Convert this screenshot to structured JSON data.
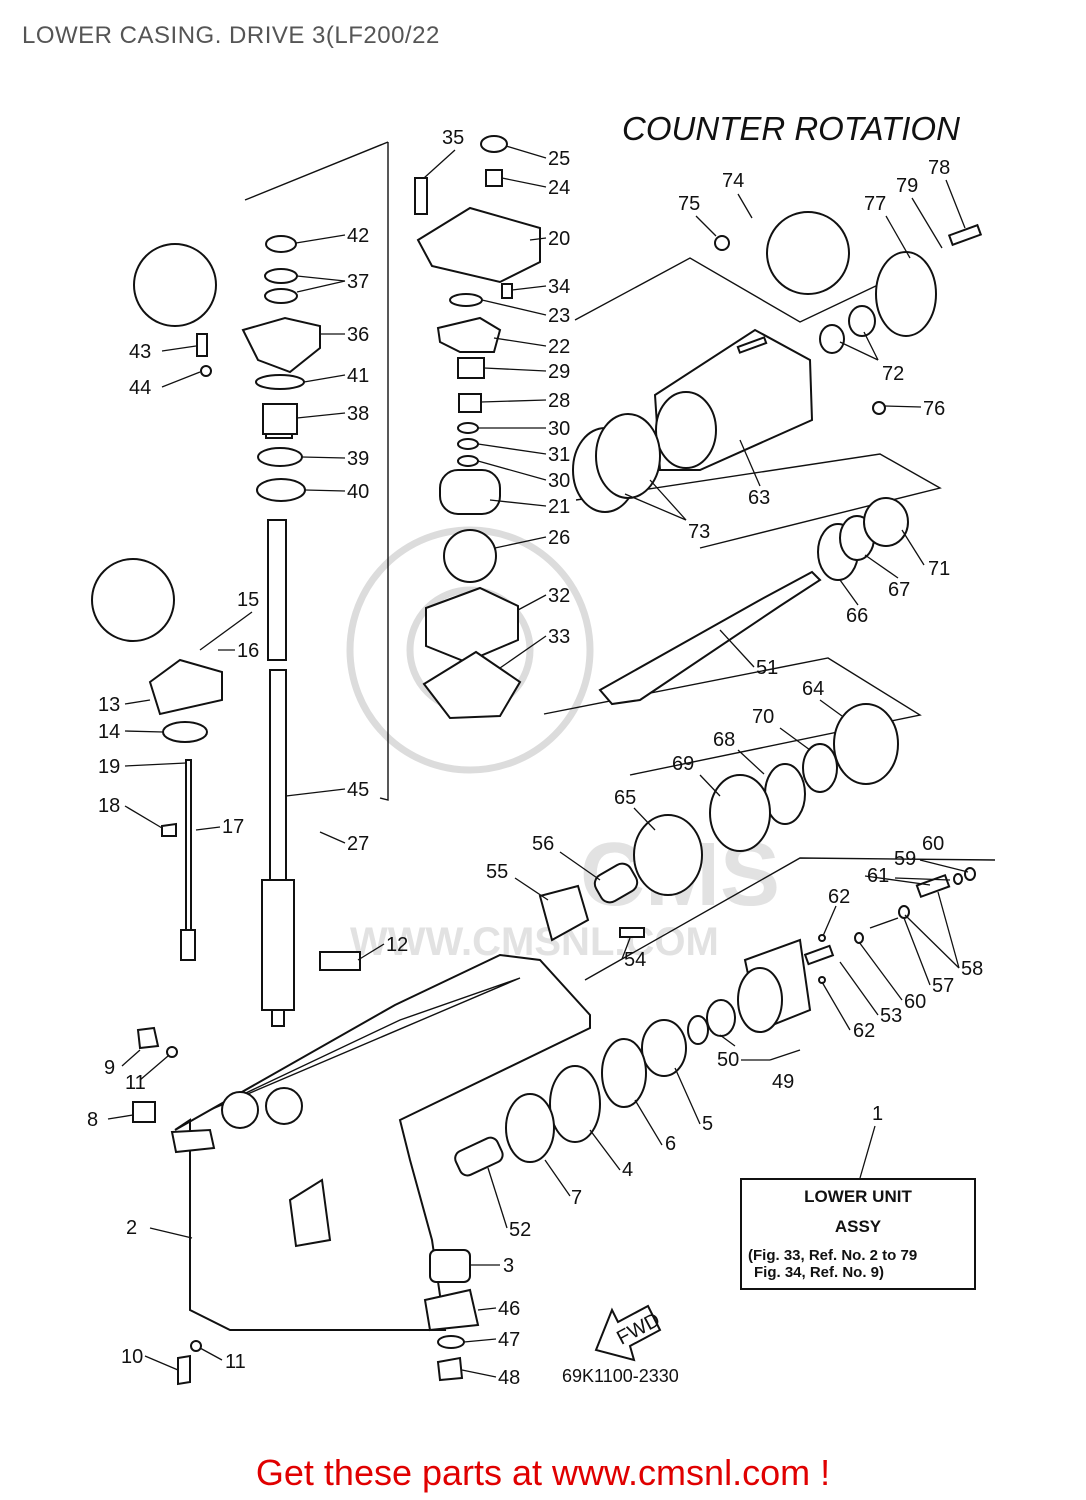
{
  "title": "LOWER CASING. DRIVE 3(LF200/22",
  "subtitle": "COUNTER ROTATION",
  "watermark": "WWW.CMSNL.COM",
  "watermark_logo": "CMS",
  "note_box": {
    "line1": "LOWER  UNIT",
    "line2": "ASSY",
    "line3": "(Fig. 33, Ref. No. 2 to 79",
    "line4": "Fig. 34, Ref. No. 9)"
  },
  "fwd_label": "FWD",
  "drawing_code": "69K1100-2330",
  "footer": "Get these parts at www.cmsnl.com !",
  "callouts": [
    "1",
    "2",
    "3",
    "4",
    "5",
    "6",
    "7",
    "8",
    "9",
    "10",
    "11",
    "11",
    "12",
    "13",
    "14",
    "15",
    "16",
    "17",
    "18",
    "19",
    "20",
    "21",
    "22",
    "23",
    "24",
    "25",
    "26",
    "27",
    "28",
    "29",
    "30",
    "30",
    "31",
    "32",
    "33",
    "34",
    "35",
    "36",
    "37",
    "38",
    "39",
    "40",
    "41",
    "42",
    "43",
    "44",
    "45",
    "46",
    "47",
    "48",
    "49",
    "50",
    "51",
    "52",
    "53",
    "54",
    "55",
    "56",
    "57",
    "58",
    "59",
    "60",
    "60",
    "61",
    "62",
    "62",
    "63",
    "64",
    "65",
    "66",
    "67",
    "68",
    "69",
    "70",
    "71",
    "72",
    "73",
    "74",
    "75",
    "76",
    "77",
    "78",
    "79"
  ],
  "colors": {
    "line": "#111111",
    "footer": "#e00000",
    "title": "#555555",
    "watermark": "#dcdcdc"
  }
}
